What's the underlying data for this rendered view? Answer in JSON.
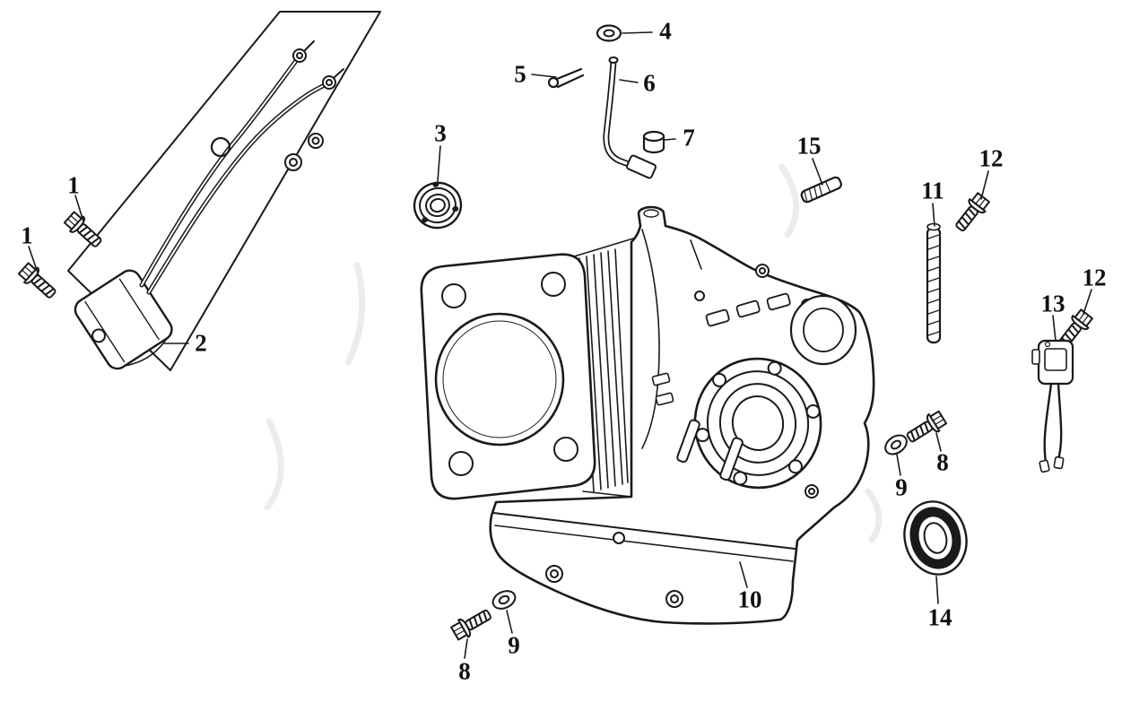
{
  "diagram_title": "engine-crankcase-exploded-parts-diagram",
  "colors": {
    "background": "#ffffff",
    "line": "#1a1a1a",
    "watermark": "#d4d4d4"
  },
  "labels": {
    "n1a": "1",
    "n1b": "1",
    "n2": "2",
    "n3": "3",
    "n4": "4",
    "n5": "5",
    "n6": "6",
    "n7": "7",
    "n8a": "8",
    "n8b": "8",
    "n9a": "9",
    "n9b": "9",
    "n10": "10",
    "n11": "11",
    "n12a": "12",
    "n12b": "12",
    "n13": "13",
    "n14": "14",
    "n15": "15"
  }
}
